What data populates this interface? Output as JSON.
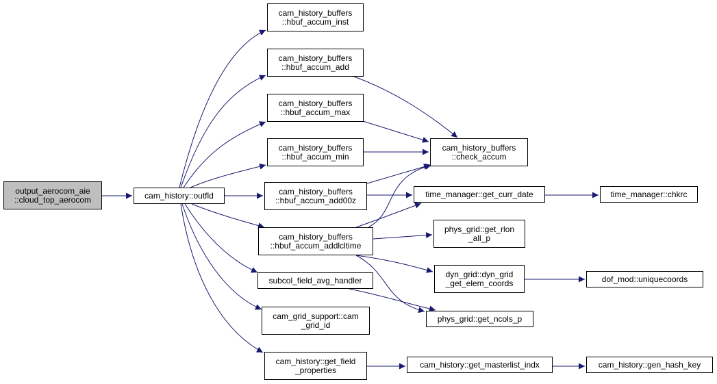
{
  "colors": {
    "edge": "#191970",
    "root_fill": "#bfbfbf",
    "node_fill": "#ffffff",
    "border": "#000000"
  },
  "nodes": {
    "root": [
      "output_aerocom_aie",
      "::cloud_top_aerocom"
    ],
    "outfld": [
      "cam_history::outfld"
    ],
    "accum_inst": [
      "cam_history_buffers",
      "::hbuf_accum_inst"
    ],
    "accum_add": [
      "cam_history_buffers",
      "::hbuf_accum_add"
    ],
    "accum_max": [
      "cam_history_buffers",
      "::hbuf_accum_max"
    ],
    "accum_min": [
      "cam_history_buffers",
      "::hbuf_accum_min"
    ],
    "accum_add00z": [
      "cam_history_buffers",
      "::hbuf_accum_add00z"
    ],
    "accum_addlcltime": [
      "cam_history_buffers",
      "::hbuf_accum_addlcltime"
    ],
    "subcol": [
      "subcol_field_avg_handler"
    ],
    "grid_id": [
      "cam_grid_support::cam",
      "_grid_id"
    ],
    "get_field": [
      "cam_history::get_field",
      "_properties"
    ],
    "check_accum": [
      "cam_history_buffers",
      "::check_accum"
    ],
    "curr_date": [
      "time_manager::get_curr_date"
    ],
    "rlon": [
      "phys_grid::get_rlon",
      "_all_p"
    ],
    "elem_coords": [
      "dyn_grid::dyn_grid",
      "_get_elem_coords"
    ],
    "ncols": [
      "phys_grid::get_ncols_p"
    ],
    "masterlist": [
      "cam_history::get_masterlist_indx"
    ],
    "chkrc": [
      "time_manager::chkrc"
    ],
    "uniquecoords": [
      "dof_mod::uniquecoords"
    ],
    "hash_key": [
      "cam_history::gen_hash_key"
    ]
  }
}
